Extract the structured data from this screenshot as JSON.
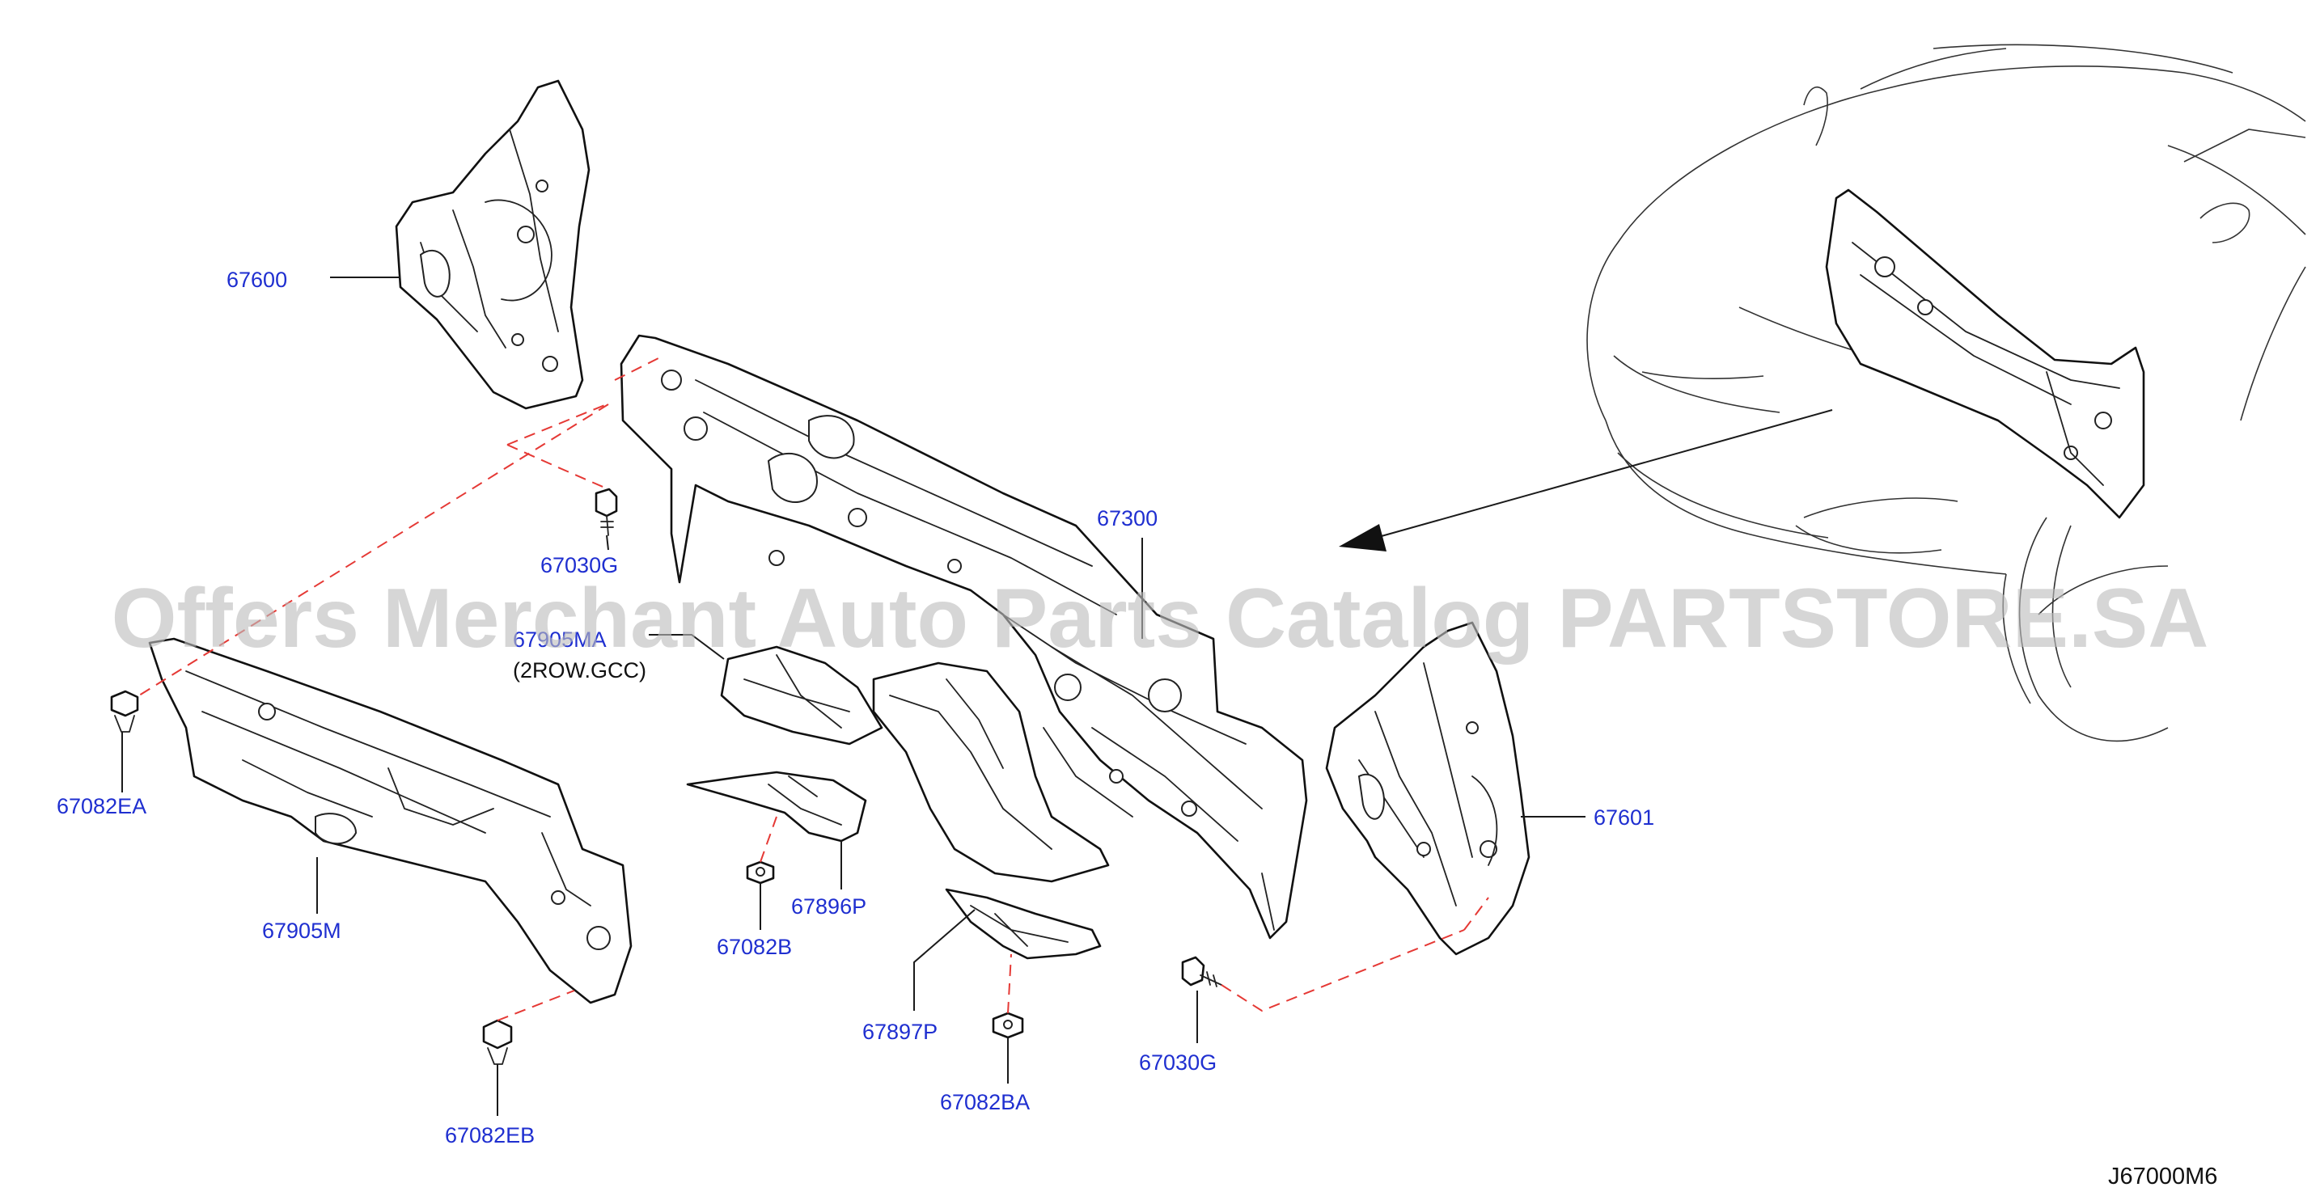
{
  "watermark": "Offers Merchant Auto Parts Catalog PARTSTORE.SA",
  "diagram_code": "J67000M6",
  "labels": {
    "p67600": "67600",
    "p67300": "67300",
    "p67030G_top": "67030G",
    "p67905MA": "67905MA",
    "note_2row": "(2ROW.GCC)",
    "p67082EA": "67082EA",
    "p67905M": "67905M",
    "p67896P": "67896P",
    "p67082B": "67082B",
    "p67897P": "67897P",
    "p67082BA": "67082BA",
    "p67030G_bottom": "67030G",
    "p67601": "67601",
    "p67082EB": "67082EB"
  },
  "colors": {
    "part_label": "#1f2fd0",
    "dashed_guide": "#e53935",
    "line": "#111111",
    "watermark": "#bdbdbd"
  }
}
